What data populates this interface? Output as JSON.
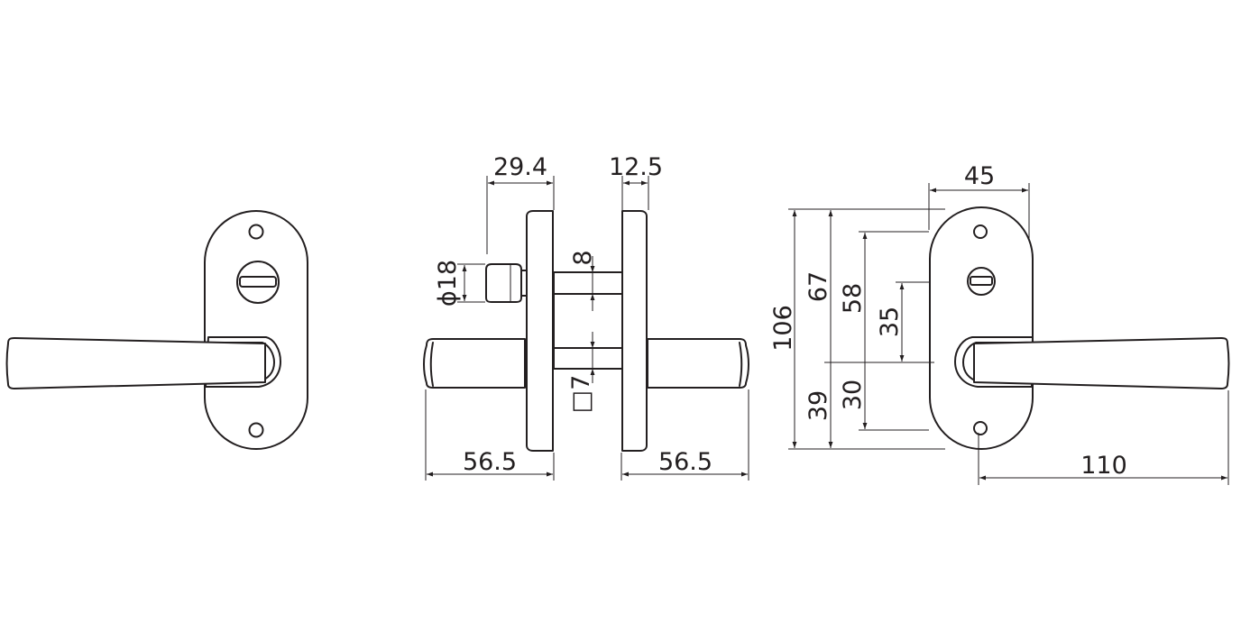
{
  "colors": {
    "line": "#231f20",
    "background": "#ffffff"
  },
  "dimensions": {
    "center_top_left": "29.4",
    "center_top_right": "12.5",
    "knob_diameter": "ϕ18",
    "spindle_8": "8",
    "spindle_square": "□7",
    "center_bottom_left": "56.5",
    "center_bottom_right": "56.5",
    "right_width": "45",
    "right_height_total": "106",
    "right_h67": "67",
    "right_h58": "58",
    "right_h35": "35",
    "right_h39": "39",
    "right_h30": "30",
    "right_lever_length": "110"
  }
}
